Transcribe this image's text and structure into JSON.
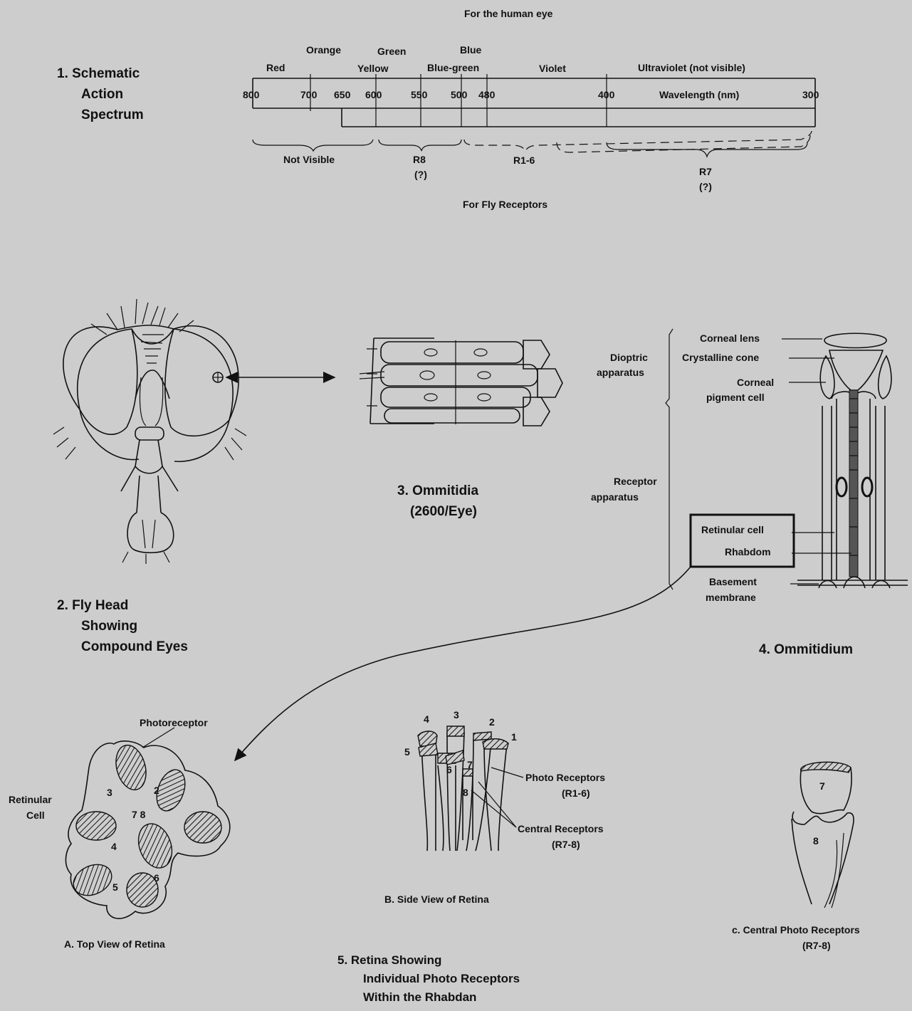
{
  "spectrum": {
    "top_caption": "For the human eye",
    "section_label": [
      "1. Schematic",
      "Action",
      "Spectrum"
    ],
    "colors_upper": [
      "Orange",
      "Green",
      "Blue"
    ],
    "colors_lower": [
      "Red",
      "Yellow",
      "Blue-green",
      "Violet",
      "Ultraviolet (not visible)"
    ],
    "ticks": [
      "800",
      "700",
      "650",
      "600",
      "550",
      "500",
      "480",
      "400",
      "300"
    ],
    "axis_label": "Wavelength (nm)",
    "receptor_labels": {
      "not_visible": "Not Visible",
      "r8": "R8",
      "r8_q": "(?)",
      "r16": "R1-6",
      "r7": "R7",
      "r7_q": "(?)"
    },
    "bottom_caption": "For Fly Receptors"
  },
  "fly_head": {
    "label": [
      "2. Fly Head",
      "Showing",
      "Compound Eyes"
    ]
  },
  "ommatidia": {
    "label": [
      "3. Ommitidia",
      "(2600/Eye)"
    ]
  },
  "ommatidium": {
    "labels": {
      "corneal_lens": "Corneal lens",
      "crystalline_cone": "Crystalline cone",
      "dioptric": [
        "Dioptric",
        "apparatus"
      ],
      "corneal_pigment": [
        "Corneal",
        "pigment cell"
      ],
      "receptor": [
        "Receptor",
        "apparatus"
      ],
      "retinular_cell": "Retinular cell",
      "rhabdom": "Rhabdom",
      "basement": [
        "Basement",
        "membrane"
      ]
    },
    "label": "4. Ommitidium"
  },
  "retina": {
    "top_view": {
      "photoreceptor": "Photoreceptor",
      "retinular_cell": [
        "Retinular",
        "Cell"
      ],
      "numbers": [
        "3",
        "2",
        "7 8",
        "4",
        "5",
        "6"
      ],
      "caption": "A. Top View of Retina"
    },
    "side_view": {
      "numbers": [
        "4",
        "3",
        "2",
        "1",
        "5",
        "6",
        "7",
        "8"
      ],
      "photo_receptors": [
        "Photo Receptors",
        "(R1-6)"
      ],
      "central_receptors": [
        "Central Receptors",
        "(R7-8)"
      ],
      "caption": "B. Side View of Retina"
    },
    "central_view": {
      "numbers": [
        "7",
        "8"
      ],
      "caption": [
        "c. Central Photo Receptors",
        "(R7-8)"
      ]
    },
    "label": [
      "5. Retina Showing",
      "Individual Photo Receptors",
      "Within the Rhabdan"
    ]
  }
}
